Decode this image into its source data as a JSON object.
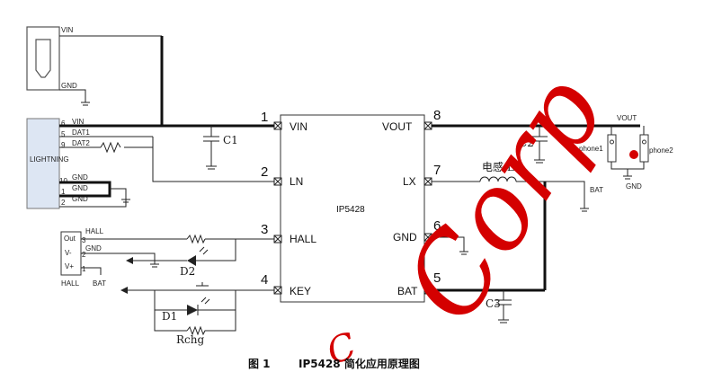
{
  "chip": {
    "name": "IP5428"
  },
  "pins_left": [
    {
      "num": "1",
      "name": "VIN"
    },
    {
      "num": "2",
      "name": "LN"
    },
    {
      "num": "3",
      "name": "HALL"
    },
    {
      "num": "4",
      "name": "KEY"
    }
  ],
  "pins_right": [
    {
      "num": "8",
      "name": "VOUT"
    },
    {
      "num": "7",
      "name": "LX"
    },
    {
      "num": "6",
      "name": "GND"
    },
    {
      "num": "5",
      "name": "BAT"
    }
  ],
  "usb": {
    "vin": "VIN",
    "gnd": "GND"
  },
  "lightning": {
    "title": "LIGHTNING",
    "pins": [
      {
        "num": "6",
        "name": "VIN"
      },
      {
        "num": "5",
        "name": "DAT1"
      },
      {
        "num": "9",
        "name": "DAT2"
      },
      {
        "num": "10",
        "name": "GND"
      },
      {
        "num": "1",
        "name": "GND"
      },
      {
        "num": "2",
        "name": "GND"
      }
    ]
  },
  "hall_sensor": {
    "title": "HALL",
    "pins": [
      {
        "name": "Out",
        "num": "3",
        "net": "HALL"
      },
      {
        "name": "V-",
        "num": "2",
        "net": "GND"
      },
      {
        "name": "V+",
        "num": "1",
        "net": "BAT"
      }
    ]
  },
  "components": {
    "c1": "C1",
    "c2": "C2",
    "c3": "C3",
    "inductor": "电感 L1",
    "d1": "D1",
    "d2": "D2",
    "rchg": "Rchg"
  },
  "nets": {
    "vout": "VOUT",
    "gnd": "GND",
    "bat": "BAT"
  },
  "phones": {
    "phone1": "phone1",
    "phone2": "phone2"
  },
  "caption": {
    "figure": "图 1",
    "text": "IP5428 简化应用原理图"
  },
  "watermark": {
    "text": "Corp",
    "letter": "C",
    "color": "#d40000"
  }
}
